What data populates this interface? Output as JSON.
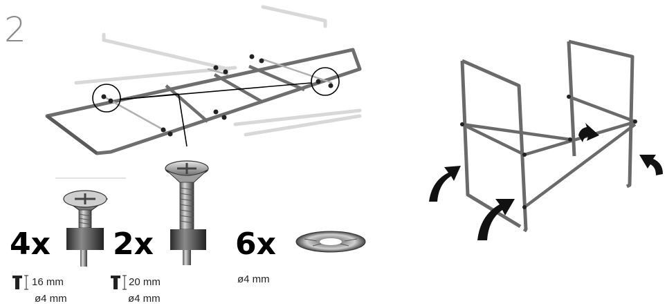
{
  "step": {
    "number": "2"
  },
  "hardware": [
    {
      "name": "countersunk-screw-16mm",
      "quantity": "4x",
      "length": "16 mm",
      "diameter": "ø4 mm"
    },
    {
      "name": "countersunk-screw-20mm",
      "quantity": "2x",
      "length": "20 mm",
      "diameter": "ø4 mm"
    },
    {
      "name": "washer",
      "quantity": "6x",
      "diameter": "ø4 mm"
    }
  ]
}
